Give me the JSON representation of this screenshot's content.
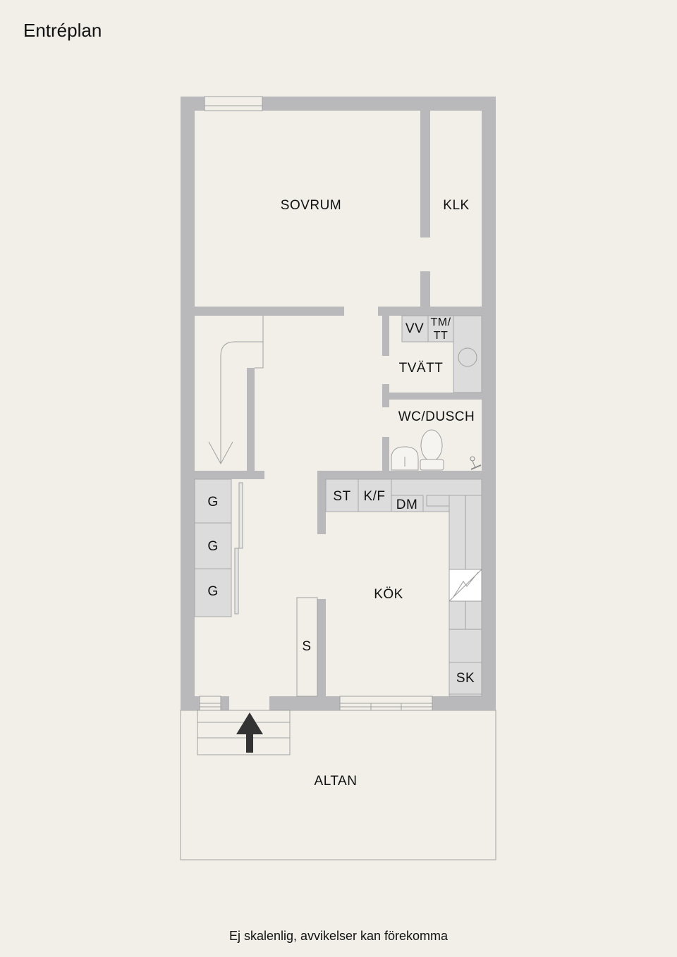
{
  "title": "Entréplan",
  "footer": "Ej skalenlig, avvikelser kan förekomma",
  "rooms": {
    "sovrum": "SOVRUM",
    "klk": "KLK",
    "tvatt": "TVÄTT",
    "wc": "WC/DUSCH",
    "kok": "KÖK",
    "altan": "ALTAN"
  },
  "fixtures": {
    "vv": "VV",
    "tm1": "TM/",
    "tm2": "TT",
    "st": "ST",
    "kf": "K/F",
    "dm": "DM",
    "g1": "G",
    "g2": "G",
    "g3": "G",
    "s": "S",
    "sk": "SK"
  },
  "colors": {
    "background": "#f2efe9",
    "wall": "#b9b9bb",
    "fixture": "#dcdcdc"
  }
}
